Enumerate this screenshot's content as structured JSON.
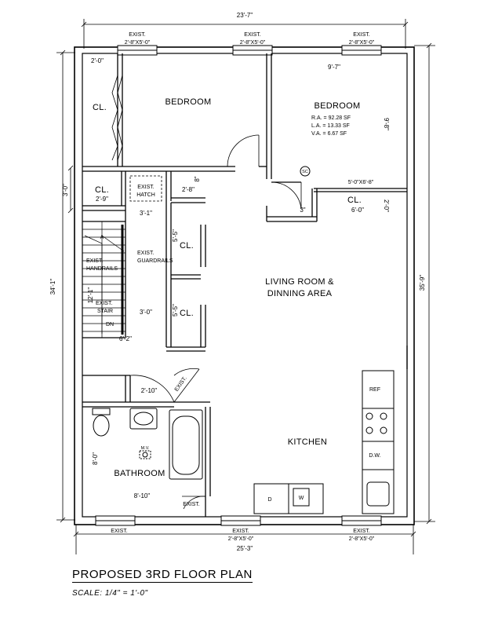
{
  "title": "PROPOSED 3RD FLOOR PLAN",
  "scale": "SCALE: 1/4\" = 1'-0\"",
  "rooms": {
    "bedroom_left": "BEDROOM",
    "bedroom_right": "BEDROOM",
    "living_line1": "LIVING ROOM &",
    "living_line2": "DINNING AREA",
    "kitchen": "KITCHEN",
    "bathroom": "BATHROOM",
    "closet": "CL."
  },
  "areas": {
    "ra": "R.A. = 92.28 SF",
    "la": "L.A. = 13.33 SF",
    "va": "V.A. = 6.67 SF"
  },
  "labels": {
    "exist": "EXIST.",
    "window": "2'-8\"X5'-0\"",
    "exist_hatch_1": "EXIST.",
    "exist_hatch_2": "HATCH",
    "exist_handrails_1": "EXIST.",
    "exist_handrails_2": "HANDRAILS",
    "exist_guardrails_1": "EXIST.",
    "exist_guardrails_2": "GUARDRAILS",
    "exist_stair_1": "EXIST.",
    "exist_stair_2": "STAIR",
    "up": "A",
    "dn": "DN",
    "sc": "SC",
    "ref": "REF",
    "dw": "D.W.",
    "dryer": "D",
    "washer": "W",
    "mv_1": "M.V.",
    "bath_window": "5'-0\"X6'-8\""
  },
  "dimensions": {
    "overall_top": "23'-7\"",
    "overall_bottom": "25'-3\"",
    "overall_left": "34'-1\"",
    "overall_right": "35'-9\"",
    "cl_top_left": "2'-0\"",
    "bedroom_right_width": "9'-7\"",
    "bedroom_right_depth": "9'-8\"",
    "cl_small_left": "3'-0\"",
    "cl_small_width": "2'-9\"",
    "hatch_width": "3'-1\"",
    "hall_width": "2'-8\"",
    "hall_depth": "8\"",
    "closet_depth_1": "5'-5\"",
    "closet_depth_2": "5'-5\"",
    "stair_run": "12'-1\"",
    "stair_landing": "3'-0\"",
    "stair_width": "6'-2\"",
    "bath_door": "2'-10\"",
    "bath_depth": "8'-0\"",
    "bath_width": "8'-10\"",
    "cl_right_depth": "2'-0\"",
    "cl_right_width": "6'-0\"",
    "cl_stair_tread": "3\""
  }
}
